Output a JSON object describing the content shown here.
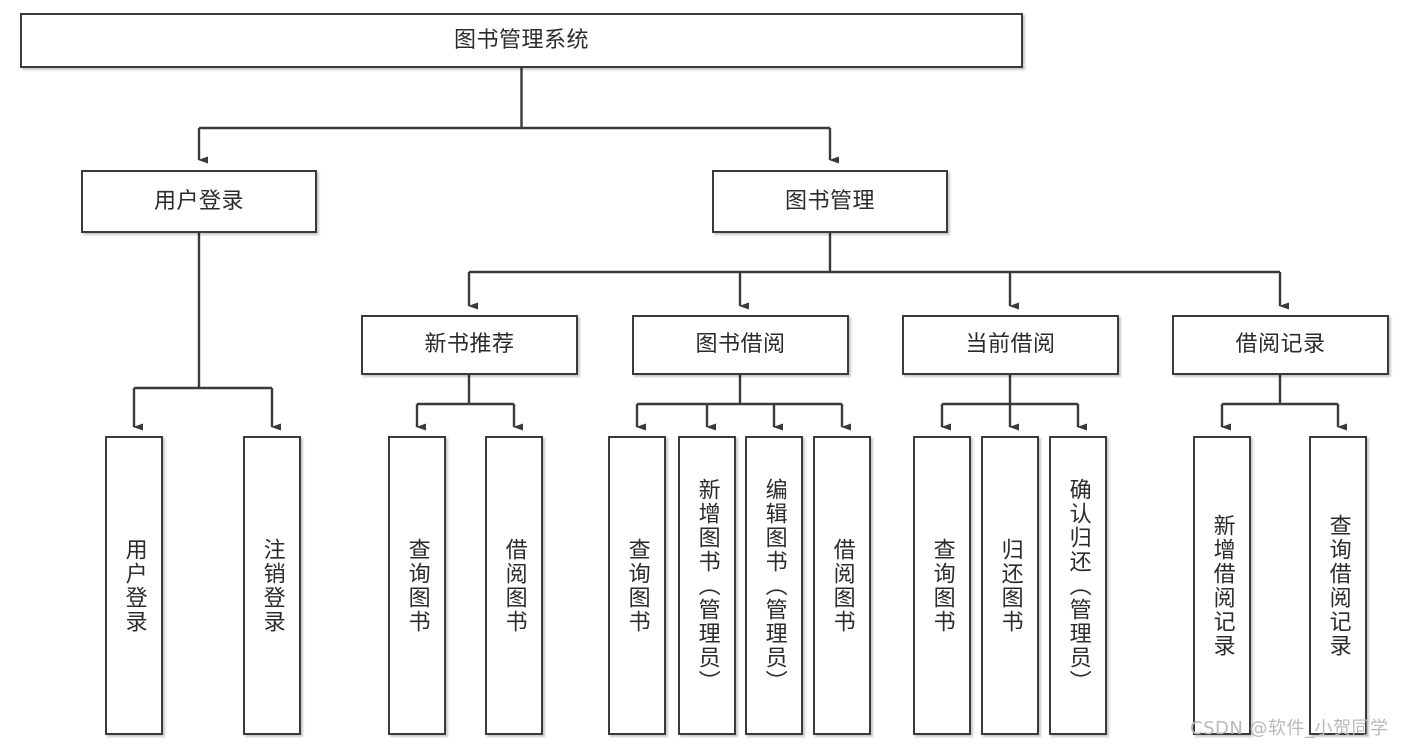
{
  "diagram": {
    "title": "图书管理系统",
    "type": "tree-structure-chart",
    "stroke_color": "#3a3a3a",
    "fill_color": "#ffffff",
    "text_color": "#2b2b2b"
  },
  "nodes": {
    "root": {
      "label": "图书管理系统"
    },
    "level2": [
      {
        "id": "user-login",
        "label": "用户登录"
      },
      {
        "id": "book-manage",
        "label": "图书管理"
      }
    ],
    "level3": [
      {
        "id": "new-book-recommend",
        "label": "新书推荐"
      },
      {
        "id": "book-borrow",
        "label": "图书借阅"
      },
      {
        "id": "current-borrow",
        "label": "当前借阅"
      },
      {
        "id": "borrow-record",
        "label": "借阅记录"
      }
    ],
    "leaves": {
      "user_login": [
        {
          "id": "leaf-user-login",
          "label": "用户登录"
        },
        {
          "id": "leaf-logout-login",
          "label": "注销登录"
        }
      ],
      "new_book_recommend": [
        {
          "id": "leaf-query-book-1",
          "label": "查询图书"
        },
        {
          "id": "leaf-borrow-book-1",
          "label": "借阅图书"
        }
      ],
      "book_borrow": [
        {
          "id": "leaf-query-book-2",
          "label": "查询图书"
        },
        {
          "id": "leaf-add-book",
          "label": "新增图书（管理员）"
        },
        {
          "id": "leaf-edit-book",
          "label": "编辑图书（管理员）"
        },
        {
          "id": "leaf-borrow-book-2",
          "label": "借阅图书"
        }
      ],
      "current_borrow": [
        {
          "id": "leaf-query-book-3",
          "label": "查询图书"
        },
        {
          "id": "leaf-return-book",
          "label": "归还图书"
        },
        {
          "id": "leaf-confirm-return",
          "label": "确认归还（管理员）"
        }
      ],
      "borrow_record": [
        {
          "id": "leaf-add-record",
          "label": "新增借阅记录"
        },
        {
          "id": "leaf-query-record",
          "label": "查询借阅记录"
        }
      ]
    }
  },
  "watermark": {
    "text": "CSDN @软件_小贺同学"
  }
}
